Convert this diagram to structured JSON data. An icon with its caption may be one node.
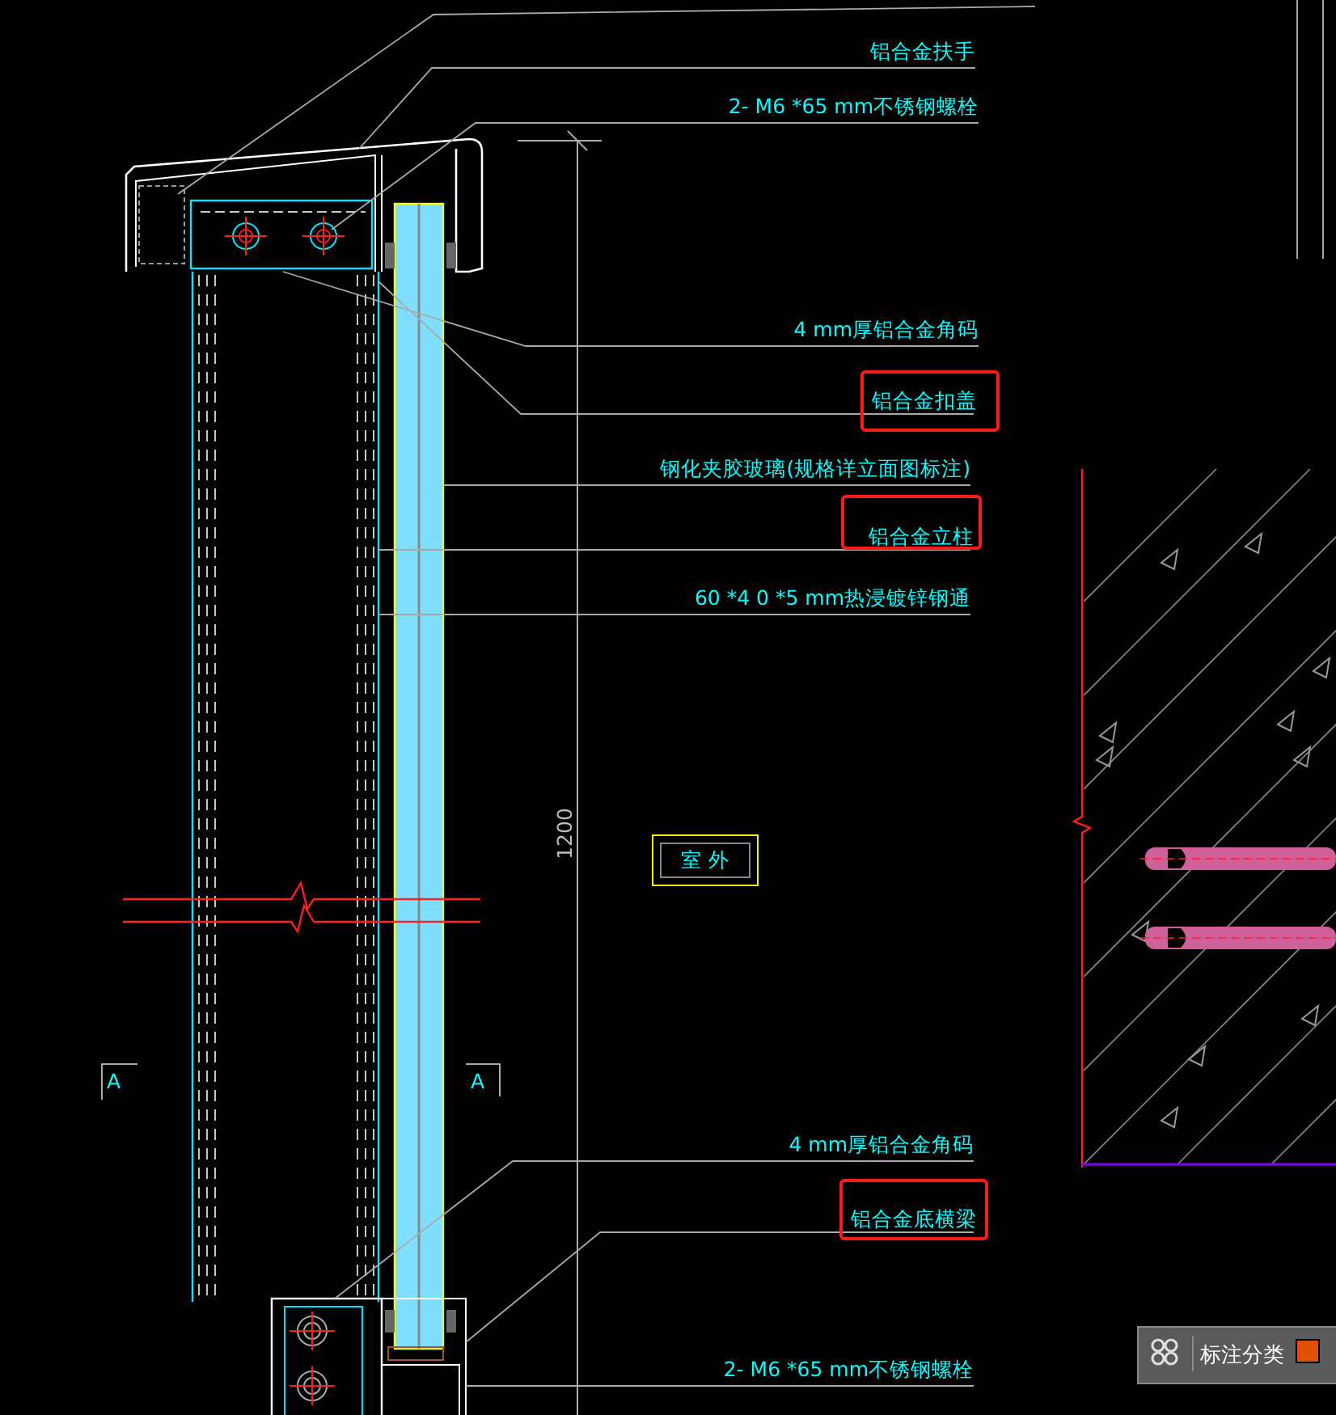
{
  "diagram": {
    "nodes": [
      {
        "text": [
          "铝合金扶手"
        ]
      },
      {
        "text": [
          "2- M6 *65 mm不锈钢螺栓"
        ]
      },
      {
        "text": [
          "4 mm厚铝合金角码"
        ]
      },
      {
        "text": [],
        "shape": "box"
      },
      {
        "text": [
          "铝合金扣盖"
        ],
        "in": 3
      },
      {
        "text": [
          "钢化夹胶玻璃(规格详立面图标注)"
        ]
      },
      {
        "text": [],
        "shape": "box"
      },
      {
        "text": [
          "铝合金立柱"
        ],
        "in": 6
      },
      {
        "text": [
          "60 *4 0 *5 mm热浸镀锌钢通"
        ]
      },
      {
        "text": [
          "室 外"
        ]
      },
      {
        "text": [
          "4 mm厚铝合金角码"
        ]
      },
      {
        "text": [],
        "shape": "box"
      },
      {
        "text": [
          "铝合金底横梁"
        ],
        "in": 11
      },
      {
        "text": [
          "2- M6 *65 mm不锈钢螺栓"
        ]
      },
      {
        "text": [],
        "shape": "picture"
      },
      {
        "text": [],
        "shape": "picture"
      },
      {
        "text": [],
        "shape": "picture"
      },
      {
        "text": [],
        "shape": "picture"
      }
    ],
    "edges": [
      {
        "from": 0,
        "to": 14,
        "arrow": "none"
      },
      {
        "from": 1,
        "to": 14,
        "arrow": "none"
      },
      {
        "from": 2,
        "to": 14,
        "arrow": "none"
      },
      {
        "from": 4,
        "to": 15,
        "arrow": "none"
      },
      {
        "from": 5,
        "to": 16,
        "arrow": "none"
      },
      {
        "from": 7,
        "to": 15,
        "arrow": "none"
      },
      {
        "from": 8,
        "to": 15,
        "arrow": "none"
      },
      {
        "from": 10,
        "to": 17,
        "arrow": "none"
      },
      {
        "from": 12,
        "to": 17,
        "arrow": "none"
      },
      {
        "from": 13,
        "to": 17,
        "arrow": "none"
      },
      {
        "from": null,
        "to": 14,
        "arrow": "none"
      }
    ],
    "labels": [
      "1200",
      "A",
      "A",
      "标注分类"
    ]
  }
}
